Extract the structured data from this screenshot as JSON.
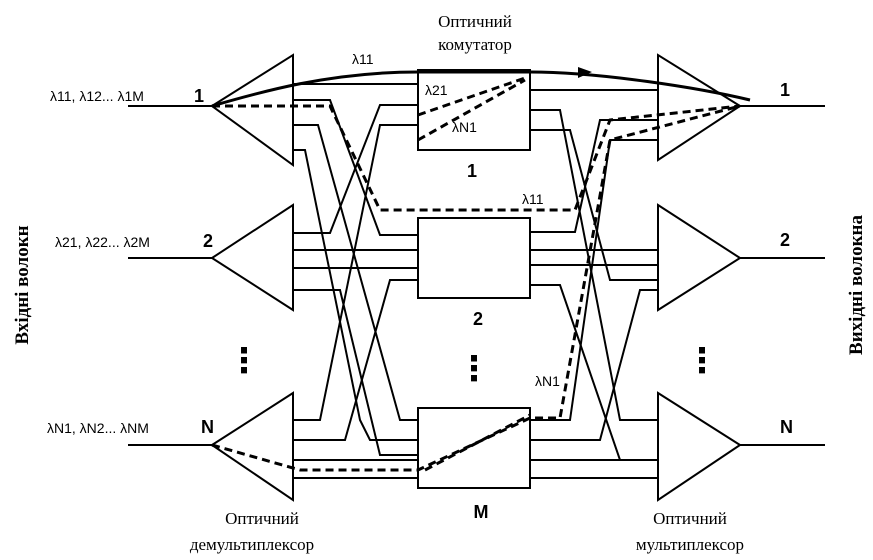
{
  "captions": {
    "switch_line1": "Оптичний",
    "switch_line2": "комутатор",
    "demux_line1": "Оптичний",
    "demux_line2": "демультиплексор",
    "mux_line1": "Оптичний",
    "mux_line2": "мультиплексор",
    "input_fibers": "Вхідні волокн",
    "output_fibers": "Вихідні волокна"
  },
  "inputs": [
    {
      "label": "λ11, λ12... λ1M",
      "number": "1"
    },
    {
      "label": "λ21, λ22... λ2M",
      "number": "2"
    },
    {
      "label": "λN1, λN2... λNM",
      "number": "N"
    }
  ],
  "outputs": [
    {
      "number": "1"
    },
    {
      "number": "2"
    },
    {
      "number": "N"
    }
  ],
  "switches": [
    {
      "number": "1"
    },
    {
      "number": "2"
    },
    {
      "number": "M"
    }
  ],
  "wavelength_labels": {
    "top_path": "λ11",
    "sw1_in": "λ21",
    "sw1_out": "λN1",
    "mid_path": "λ11",
    "lower_path": "λN1"
  },
  "ellipsis": "⋮"
}
